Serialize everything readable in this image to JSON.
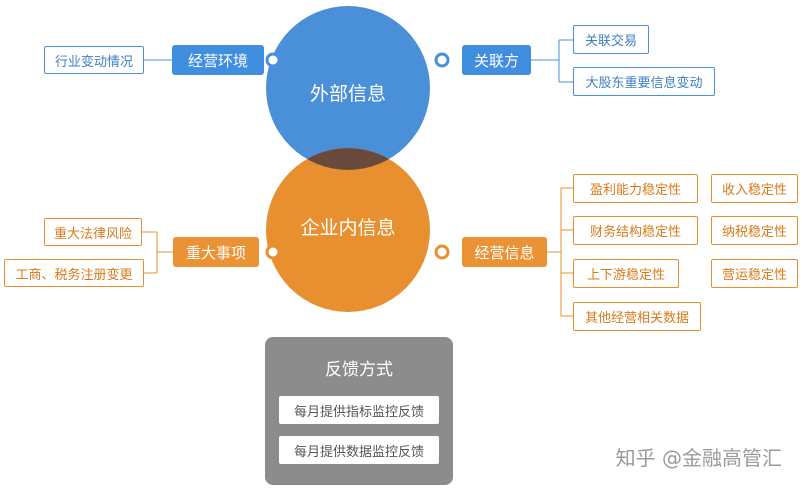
{
  "colors": {
    "blue": "#4a90d9",
    "orange": "#e8902f",
    "overlap": "#6b4a3e",
    "feedback_bg": "#8c8c8c"
  },
  "circles": {
    "external": "外部信息",
    "internal": "企业内信息"
  },
  "left_top": {
    "pill": "经营环境",
    "items": [
      "行业变动情况"
    ]
  },
  "right_top": {
    "pill": "关联方",
    "items": [
      "关联交易",
      "大股东重要信息变动"
    ]
  },
  "left_bottom": {
    "pill": "重大事项",
    "items": [
      "重大法律风险",
      "工商、税务注册变更"
    ]
  },
  "right_bottom": {
    "pill": "经营信息",
    "col1": [
      "盈利能力稳定性",
      "财务结构稳定性",
      "上下游稳定性",
      "其他经营相关数据"
    ],
    "col2": [
      "收入稳定性",
      "纳税稳定性",
      "营运稳定性"
    ]
  },
  "feedback": {
    "title": "反馈方式",
    "items": [
      "每月提供指标监控反馈",
      "每月提供数据监控反馈"
    ]
  },
  "watermark": "知乎 @金融高管汇"
}
